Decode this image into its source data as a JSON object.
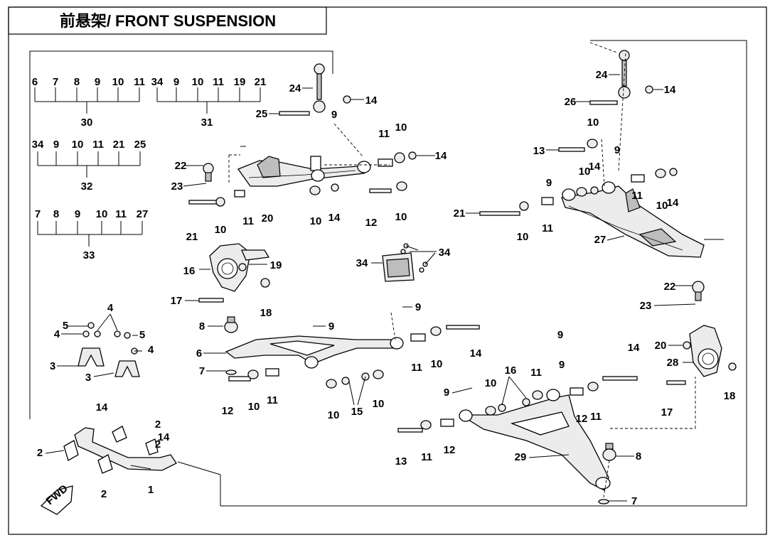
{
  "title": "前悬架/ FRONT SUSPENSION",
  "fwd_label": "FWD",
  "groups": [
    {
      "id": "g30",
      "items": [
        "6",
        "7",
        "8",
        "9",
        "10",
        "11"
      ],
      "label": "30"
    },
    {
      "id": "g31",
      "items": [
        "34",
        "9",
        "10",
        "11",
        "19",
        "21"
      ],
      "label": "31"
    },
    {
      "id": "g32",
      "items": [
        "34",
        "9",
        "10",
        "11",
        "21",
        "25"
      ],
      "label": "32"
    },
    {
      "id": "g33",
      "items": [
        "7",
        "8",
        "9",
        "10",
        "11",
        "27"
      ],
      "label": "33"
    }
  ],
  "callouts": [
    "1",
    "2",
    "2",
    "2",
    "2",
    "3",
    "3",
    "4",
    "4",
    "4",
    "5",
    "5",
    "6",
    "7",
    "7",
    "8",
    "8",
    "9",
    "9",
    "9",
    "9",
    "9",
    "9",
    "9",
    "9",
    "10",
    "10",
    "10",
    "10",
    "10",
    "10",
    "10",
    "10",
    "10",
    "10",
    "10",
    "10",
    "10",
    "11",
    "11",
    "11",
    "11",
    "11",
    "11",
    "11",
    "11",
    "11",
    "12",
    "12",
    "12",
    "12",
    "13",
    "13",
    "14",
    "14",
    "14",
    "14",
    "14",
    "14",
    "14",
    "14",
    "14",
    "14",
    "15",
    "16",
    "16",
    "17",
    "17",
    "18",
    "18",
    "19",
    "20",
    "20",
    "21",
    "21",
    "22",
    "22",
    "23",
    "23",
    "24",
    "24",
    "25",
    "26",
    "27",
    "28",
    "29",
    "34",
    "34"
  ]
}
